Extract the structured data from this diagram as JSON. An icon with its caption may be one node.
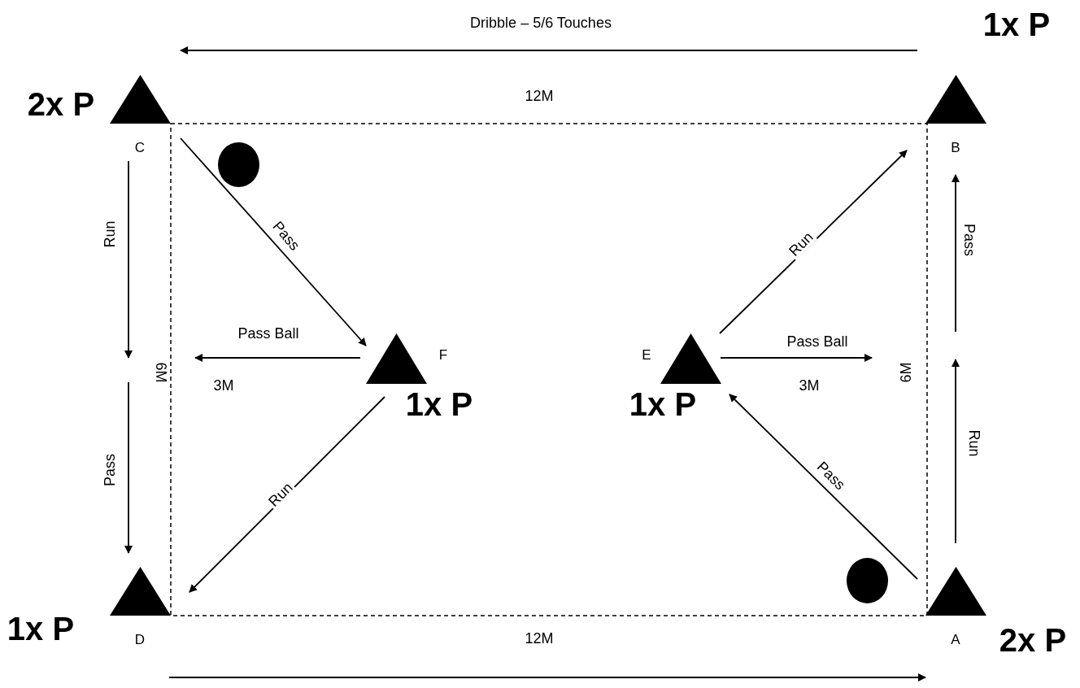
{
  "diagram": {
    "nodes": [
      {
        "text": [],
        "shape": "triangle",
        "beside": [
          "2x P",
          "C"
        ]
      },
      {
        "text": [],
        "shape": "triangle",
        "beside": [
          "1x P",
          "B"
        ]
      },
      {
        "text": [],
        "shape": "triangle",
        "beside": [
          "F",
          "1x P"
        ]
      },
      {
        "text": [],
        "shape": "triangle",
        "beside": [
          "E",
          "1x P"
        ]
      },
      {
        "text": [],
        "shape": "triangle",
        "beside": [
          "1x P",
          "D"
        ]
      },
      {
        "text": [],
        "shape": "triangle",
        "beside": [
          "A",
          "2x P"
        ]
      },
      {
        "text": [],
        "shape": "circle"
      },
      {
        "text": [],
        "shape": "circle"
      }
    ],
    "edges": [
      {
        "from": 1,
        "to": 0,
        "arrow": "to",
        "label": "Dribble – 5/6 Touches"
      },
      {
        "from": 0,
        "to": 2,
        "arrow": "to",
        "label": "Pass"
      },
      {
        "from": 0,
        "to": null,
        "arrow": "to",
        "label": "Run"
      },
      {
        "from": null,
        "to": 4,
        "arrow": "to",
        "label": "Pass"
      },
      {
        "from": 2,
        "to": null,
        "arrow": "to",
        "label": "Pass Ball"
      },
      {
        "from": 2,
        "to": 4,
        "arrow": "to",
        "label": "Run"
      },
      {
        "from": 3,
        "to": 1,
        "arrow": "to",
        "label": "Run"
      },
      {
        "from": 3,
        "to": null,
        "arrow": "to",
        "label": "Pass Ball"
      },
      {
        "from": 5,
        "to": 3,
        "arrow": "to",
        "label": "Pass"
      },
      {
        "from": 5,
        "to": null,
        "arrow": "to",
        "label": "Run"
      },
      {
        "from": null,
        "to": 1,
        "arrow": "to",
        "label": "Pass"
      },
      {
        "from": 4,
        "to": 5,
        "arrow": "to"
      }
    ],
    "labels": [
      "12M",
      "6M",
      "3M",
      "3M",
      "6M",
      "12M"
    ]
  }
}
